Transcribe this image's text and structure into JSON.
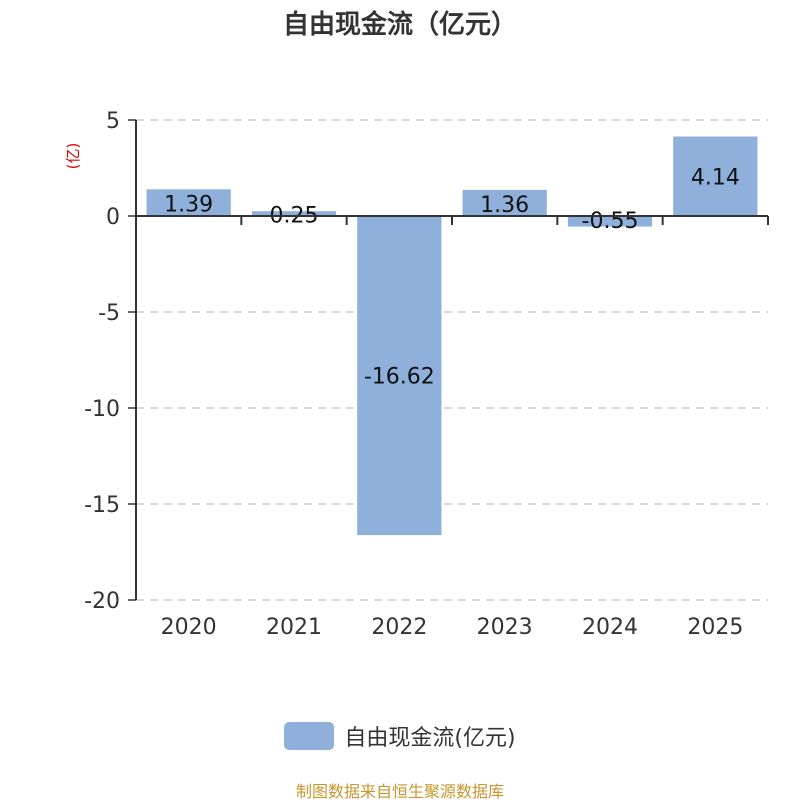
{
  "title": "自由现金流（亿元）",
  "source_note": "制图数据来自恒生聚源数据库",
  "colors": {
    "bar": "#8eb0db",
    "axis": "#333333",
    "grid": "#cccccc",
    "unit_label": "#e00000",
    "source": "#c8962e"
  },
  "chart_data": {
    "type": "bar",
    "title": "自由现金流（亿元）",
    "xlabel": "",
    "ylabel": "(亿)",
    "categories": [
      "2020",
      "2021",
      "2022",
      "2023",
      "2024",
      "2025"
    ],
    "series": [
      {
        "name": "自由现金流(亿元)",
        "values": [
          1.39,
          0.25,
          -16.62,
          1.36,
          -0.55,
          4.14
        ]
      }
    ],
    "data_labels": [
      "1.39",
      "0.25",
      "-16.62",
      "1.36",
      "-0.55",
      "4.14"
    ],
    "ylim": [
      -20,
      5
    ],
    "yticks": [
      5,
      0,
      -5,
      -10,
      -15,
      -20
    ],
    "ytick_labels": [
      "5",
      "0",
      "-5",
      "-10",
      "-15",
      "-20"
    ],
    "grid": true,
    "legend_position": "bottom"
  },
  "legend": {
    "label": "自由现金流(亿元)"
  }
}
